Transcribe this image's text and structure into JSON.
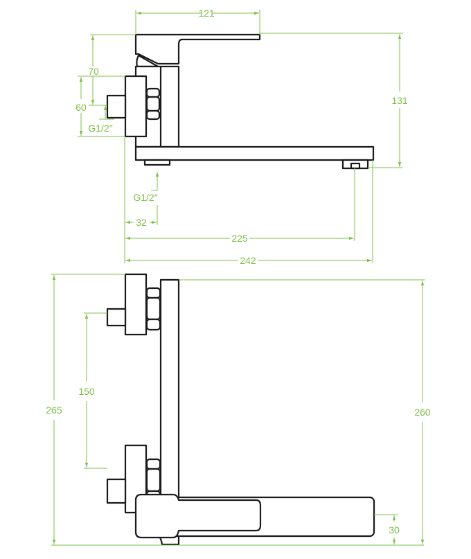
{
  "colors": {
    "outline": "#1a1a1a",
    "dimension": "#7cc04a"
  },
  "side_view": {
    "dims": {
      "handle_length": "121",
      "height": "131",
      "handle_top_to_inlet": "70",
      "escutcheon": "60",
      "inlet_thread": "G1/2″",
      "outlet_thread": "G1/2″",
      "outlet_offset": "32",
      "aerator_reach": "225",
      "overall_reach": "242"
    }
  },
  "top_view": {
    "dims": {
      "overall_height": "265",
      "body_height": "260",
      "inlet_spacing": "150",
      "spout_offset": "30"
    }
  }
}
